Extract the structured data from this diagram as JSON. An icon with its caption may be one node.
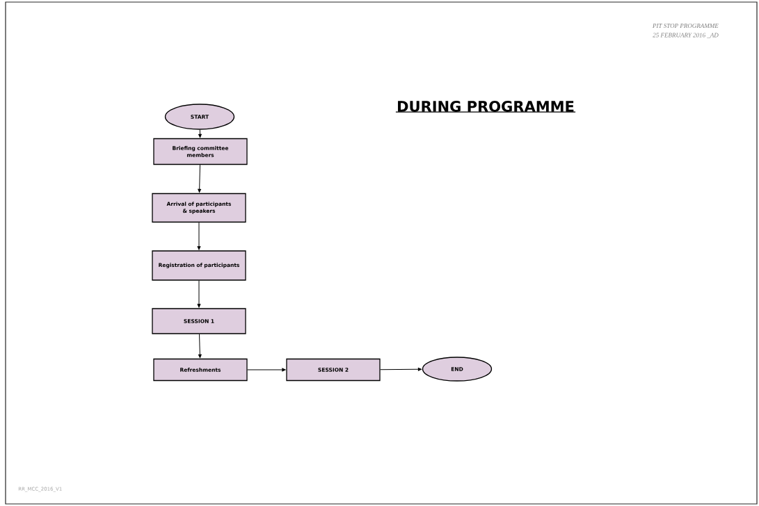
{
  "diagram": {
    "title": "DURING PROGRAMME",
    "nodes": [
      {
        "text": [
          "START"
        ]
      },
      {
        "text": [
          "Briefing committee members"
        ]
      },
      {
        "text": [
          "Arrival of participants & speakers"
        ]
      },
      {
        "text": [
          "Registration of participants"
        ]
      },
      {
        "text": [
          "SESSION 1"
        ]
      },
      {
        "text": [
          "Refreshments"
        ]
      },
      {
        "text": [
          "SESSION 2"
        ]
      },
      {
        "text": [
          "END"
        ]
      }
    ],
    "edges": [
      {
        "from": 0,
        "to": 1,
        "arrow": "to"
      },
      {
        "from": 1,
        "to": 2,
        "arrow": "to"
      },
      {
        "from": 2,
        "to": 3,
        "arrow": "to"
      },
      {
        "from": 3,
        "to": 4,
        "arrow": "to"
      },
      {
        "from": 4,
        "to": 5,
        "arrow": "to"
      },
      {
        "from": 5,
        "to": 6,
        "arrow": "to"
      },
      {
        "from": 6,
        "to": 7,
        "arrow": "to"
      }
    ],
    "labels": [
      "PIT STOP PROGRAMME",
      "25 FEBRUARY 2016 _AD",
      "RR_MCC_2016_V1"
    ]
  }
}
